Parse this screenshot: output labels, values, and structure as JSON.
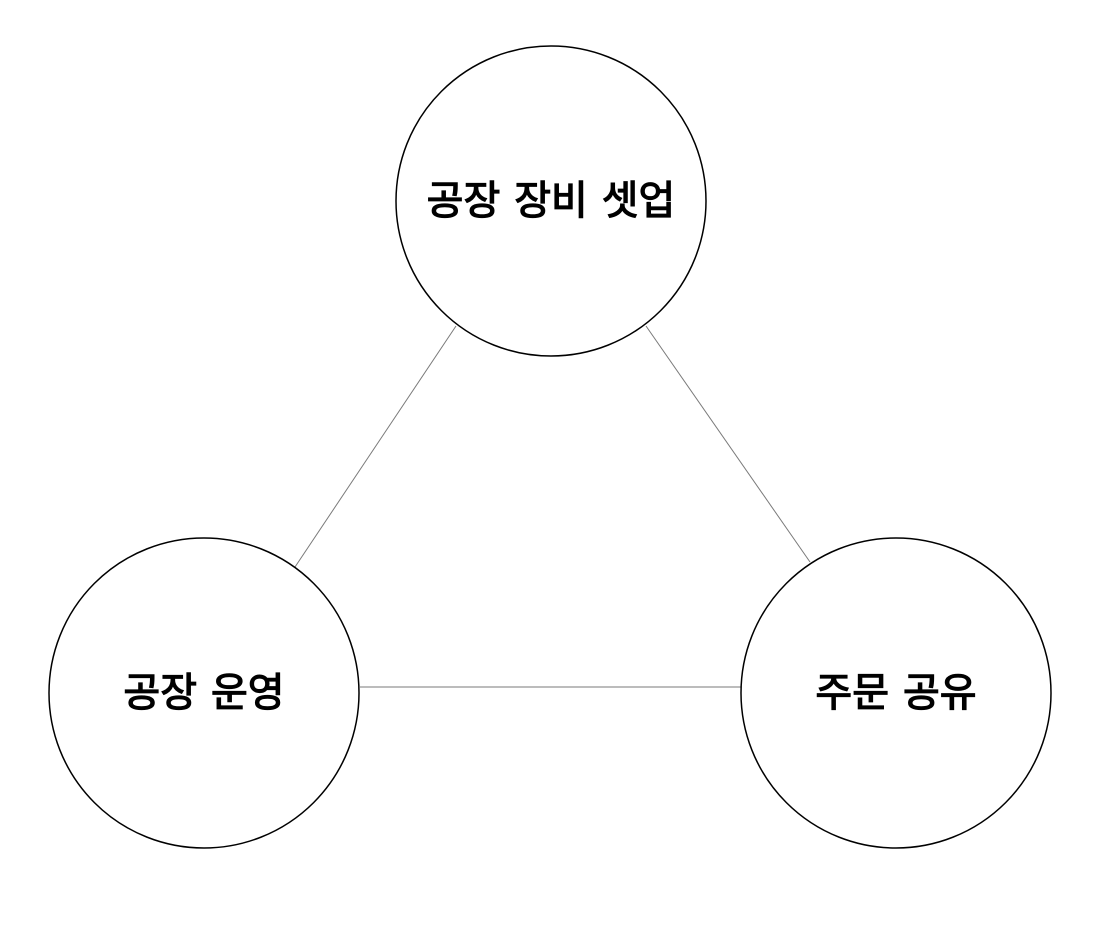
{
  "diagram": {
    "nodes": [
      {
        "id": "setup",
        "label": "공장 장비 셋업"
      },
      {
        "id": "operation",
        "label": "공장 운영"
      },
      {
        "id": "order-sharing",
        "label": "주문 공유"
      }
    ],
    "edges": [
      {
        "from": "setup",
        "to": "operation"
      },
      {
        "from": "setup",
        "to": "order-sharing"
      },
      {
        "from": "operation",
        "to": "order-sharing"
      }
    ],
    "colors": {
      "stroke": "#000000",
      "connector": "#7a7a7a",
      "background": "#ffffff"
    }
  }
}
